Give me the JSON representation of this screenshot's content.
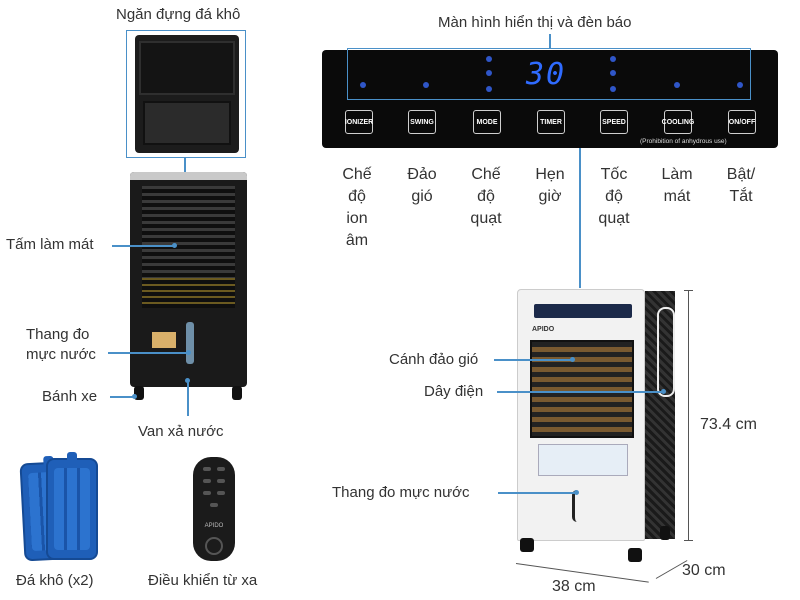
{
  "labels": {
    "ice_compartment": "Ngăn đựng đá khô",
    "cooling_pad": "Tấm làm mát",
    "water_gauge_left_1": "Thang đo",
    "water_gauge_left_2": "mực nước",
    "wheels": "Bánh xe",
    "drain_valve": "Van xả nước",
    "ice_packs": "Đá khô (x2)",
    "remote": "Điều khiển từ xa",
    "display": "Màn hình hiển thị và đèn báo",
    "swing_louvre": "Cánh đảo gió",
    "power_cord": "Dây điện",
    "water_gauge_right": "Thang đo mực nước"
  },
  "panel": {
    "temperature": "30",
    "prohibition_note": "(Prohibition of anhydrous use)",
    "buttons": [
      {
        "label": "IONIZER",
        "caption": [
          "Chế",
          "độ",
          "ion",
          "âm"
        ]
      },
      {
        "label": "SWING",
        "caption": [
          "Đảo",
          "gió"
        ]
      },
      {
        "label": "MODE",
        "caption": [
          "Chế",
          "độ",
          "quạt"
        ]
      },
      {
        "label": "TIMER",
        "caption": [
          "Hẹn",
          "giờ"
        ]
      },
      {
        "label": "SPEED",
        "caption": [
          "Tốc",
          "độ",
          "quạt"
        ]
      },
      {
        "label": "COOLING",
        "caption": [
          "Làm",
          "mát"
        ]
      },
      {
        "label": "ON/OFF",
        "caption": [
          "Bật/",
          "Tắt"
        ]
      }
    ]
  },
  "brand": "APIDO",
  "dimensions": {
    "height": "73.4 cm",
    "width": "38 cm",
    "depth": "30 cm"
  },
  "colors": {
    "callout": "#4a90c8",
    "display_digits": "#2f6bff"
  }
}
